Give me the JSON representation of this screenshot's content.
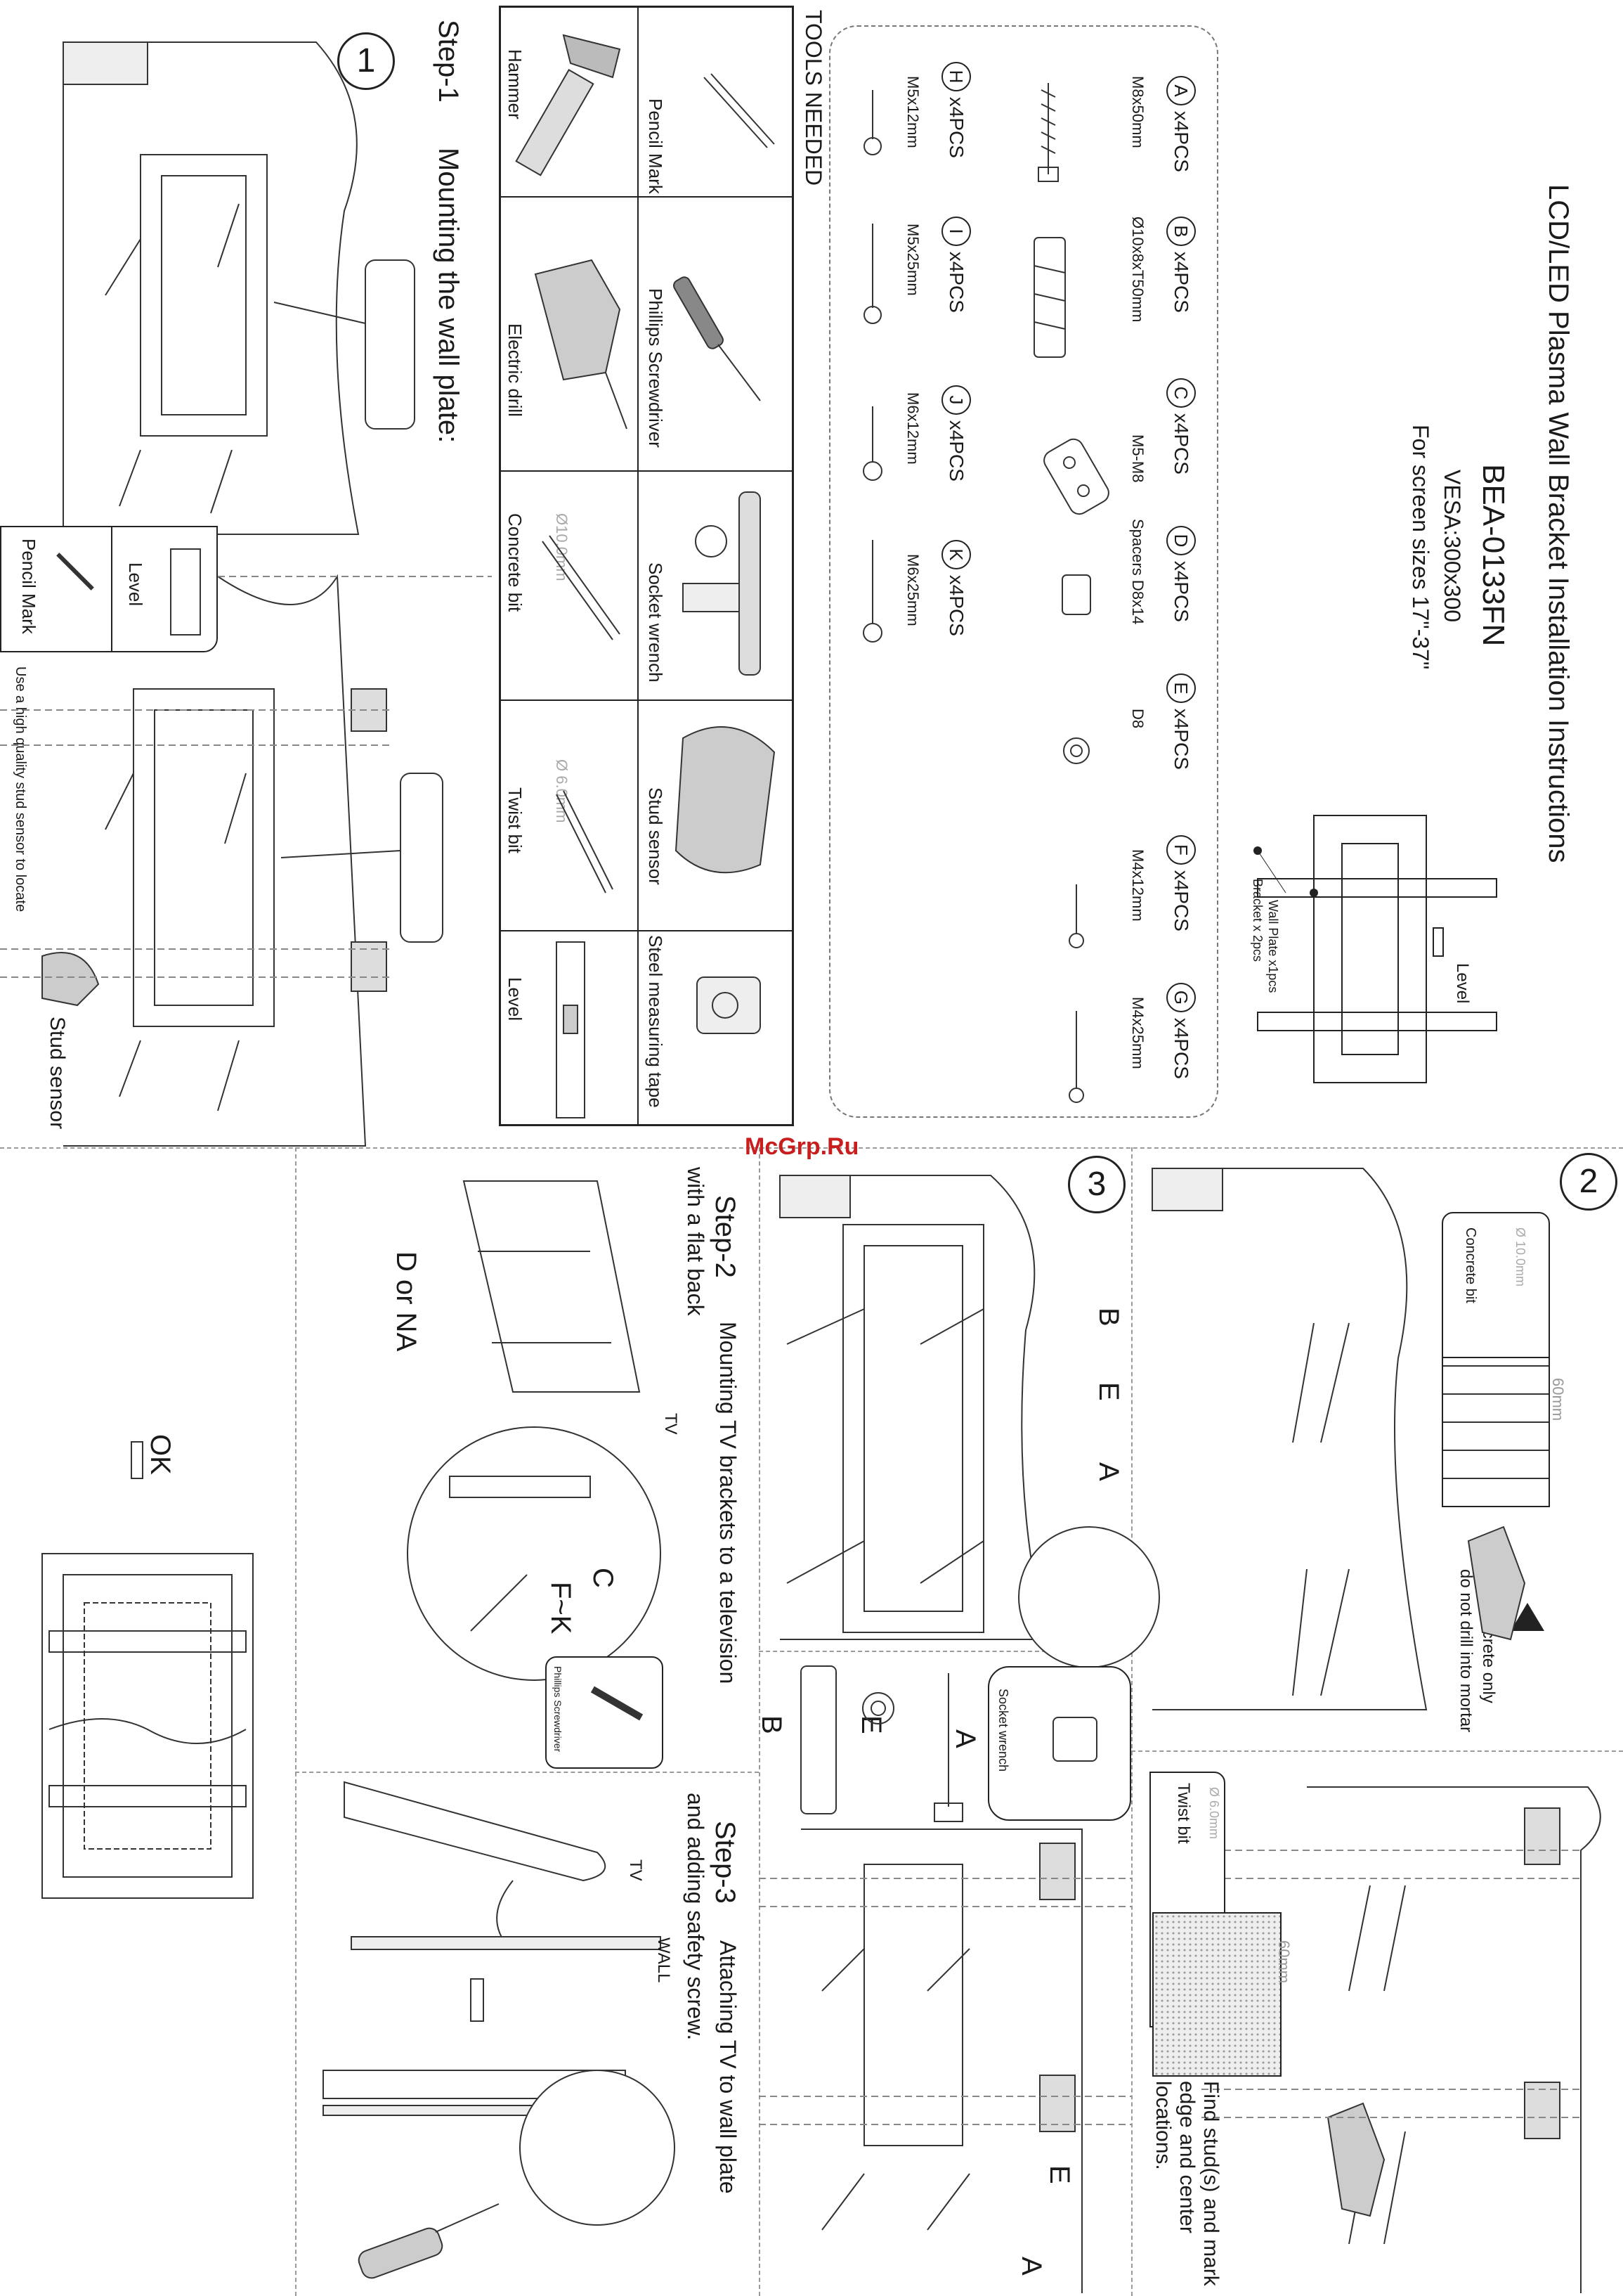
{
  "header": {
    "title": "LCD/LED Plasma Wall Bracket Installation Instructions",
    "model": "BEA-0133FN",
    "vesa": "VESA:300x300",
    "sizes": "For screen sizes 17\"-37\""
  },
  "tools_needed": "TOOLS NEEDED",
  "tools": [
    {
      "name": "Pencil Mark",
      "icon": "pencil-icon"
    },
    {
      "name": "Hammer",
      "icon": "hammer-icon"
    },
    {
      "name": "Phillips Screwdriver",
      "icon": "screwdriver-icon"
    },
    {
      "name": "Electric drill",
      "icon": "drill-icon"
    },
    {
      "name": "Socket wrench",
      "icon": "socket-wrench-icon"
    },
    {
      "name": "Concrete bit",
      "icon": "concrete-bit-icon",
      "tag": "Ø10.0mm"
    },
    {
      "name": "Stud sensor",
      "icon": "stud-sensor-icon"
    },
    {
      "name": "Twist bit",
      "icon": "twist-bit-icon",
      "tag": "Ø 6.0mm"
    },
    {
      "name": "Steel measuring tape",
      "icon": "tape-icon"
    },
    {
      "name": "Level",
      "icon": "level-icon"
    }
  ],
  "parts": [
    {
      "letter": "A",
      "qty": "x4PCS",
      "size": "M8x50mm"
    },
    {
      "letter": "B",
      "qty": "x4PCS",
      "size": "Ø10x8xT50mm"
    },
    {
      "letter": "C",
      "qty": "x4PCS",
      "size": "M5-M8"
    },
    {
      "letter": "D",
      "qty": "x4PCS",
      "size": "Spacers D8x14"
    },
    {
      "letter": "E",
      "qty": "x4PCS",
      "size": "D8"
    },
    {
      "letter": "F",
      "qty": "x4PCS",
      "size": "M4x12mm"
    },
    {
      "letter": "G",
      "qty": "x4PCS",
      "size": "M4x25mm"
    },
    {
      "letter": "H",
      "qty": "x4PCS",
      "size": "M5x12mm"
    },
    {
      "letter": "I",
      "qty": "x4PCS",
      "size": "M5x25mm"
    },
    {
      "letter": "J",
      "qty": "x4PCS",
      "size": "M6x12mm"
    },
    {
      "letter": "K",
      "qty": "x4PCS",
      "size": "M6x25mm"
    }
  ],
  "bracket_labels": {
    "level": "Level",
    "wall_plate": "Wall Plate x1pcs",
    "bracket": "Bracket  x 2pcs"
  },
  "step1": {
    "num": "1",
    "title": "Step-1",
    "desc": "Mounting the wall plate:",
    "level": "Level",
    "pencil": "Pencil Mark",
    "note": "Use a high quality stud sensor to locate",
    "stud_sensor": "Stud sensor"
  },
  "step2_panel": {
    "num": "2",
    "concrete_bit": "Concrete bit",
    "bit_size": "Ø 10.0mm",
    "depth": "60mm",
    "warning": "Solid concrete only",
    "warning2": "do not drill into mortar",
    "twist_bit": "Twist bit",
    "twist_size": "Ø 6.0mm",
    "find1": "Find stud(s) and mark",
    "find2": "edge and center",
    "find3": "locations."
  },
  "step3_panel": {
    "num": "3",
    "labels": [
      "B",
      "E",
      "A"
    ],
    "socket": "Socket wrench",
    "parts_row": [
      "A",
      "E",
      "B"
    ],
    "lower_labels": [
      "E",
      "A"
    ]
  },
  "tv_step2": {
    "title": "Step-2",
    "desc1": "Mounting TV brackets to a television",
    "desc2": "with a flat back",
    "tv": "TV",
    "d_or_na": "D or NA",
    "c": "C",
    "fk": "F~K",
    "screwdriver": "Phillips Screwdriver"
  },
  "ok": "OK",
  "tv_step3": {
    "title": "Step-3",
    "desc1": "Attaching TV to wall plate",
    "desc2": "and adding safety screw.",
    "tv": "TV",
    "wall": "WALL"
  },
  "watermark": "McGrp.Ru"
}
